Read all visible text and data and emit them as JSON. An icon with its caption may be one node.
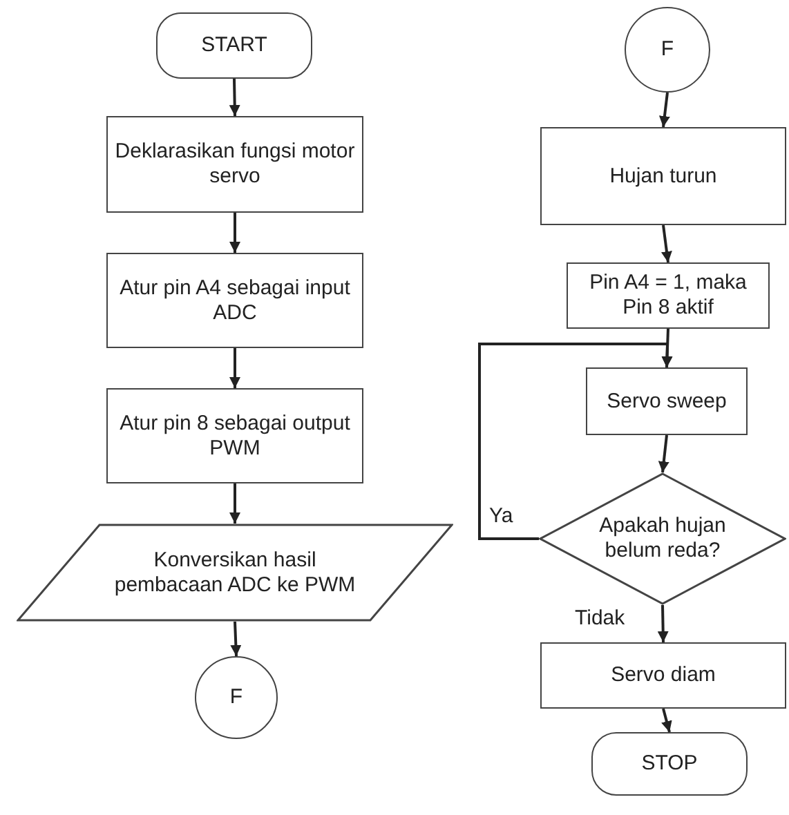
{
  "diagram": {
    "nodes": [
      {
        "text": [
          "START"
        ]
      },
      {
        "text": [
          "Deklarasikan fungsi motor servo"
        ]
      },
      {
        "text": [
          "Atur pin A4 sebagai input ADC"
        ]
      },
      {
        "text": [
          "Atur pin 8 sebagai output PWM"
        ]
      },
      {
        "text": [
          "Konversikan hasil pembacaan ADC ke PWM"
        ]
      },
      {
        "text": [
          "F"
        ]
      },
      {
        "text": [
          "F"
        ]
      },
      {
        "text": [
          "Hujan turun"
        ]
      },
      {
        "text": [
          "Pin A4 = 1, maka Pin 8 aktif"
        ]
      },
      {
        "text": [
          "Servo sweep"
        ]
      },
      {
        "text": [
          "Apakah hujan belum reda?"
        ]
      },
      {
        "text": [
          "Servo diam"
        ]
      },
      {
        "text": [
          "STOP"
        ]
      }
    ],
    "edges": [
      {
        "from": 0,
        "to": 1,
        "arrow": "to"
      },
      {
        "from": 1,
        "to": 2,
        "arrow": "to"
      },
      {
        "from": 2,
        "to": 3,
        "arrow": "to"
      },
      {
        "from": 3,
        "to": 4,
        "arrow": "to"
      },
      {
        "from": 4,
        "to": 5,
        "arrow": "to"
      },
      {
        "from": 6,
        "to": 7,
        "arrow": "to"
      },
      {
        "from": 7,
        "to": 8,
        "arrow": "to"
      },
      {
        "from": 8,
        "to": 9,
        "arrow": "to"
      },
      {
        "from": 9,
        "to": 10,
        "arrow": "to"
      },
      {
        "from": 10,
        "to": 9,
        "label": "Ya",
        "arrow": "to"
      },
      {
        "from": 10,
        "to": 11,
        "label": "Tidak",
        "arrow": "to"
      },
      {
        "from": 11,
        "to": 12,
        "arrow": "to"
      }
    ]
  }
}
